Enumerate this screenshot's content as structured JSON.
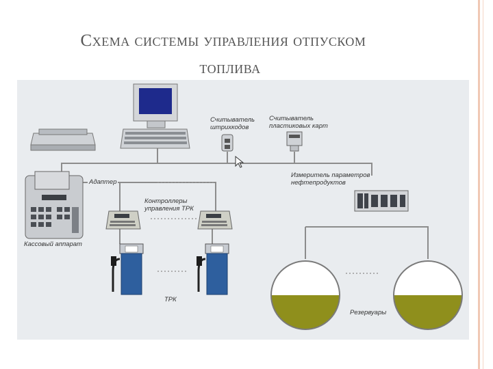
{
  "slide": {
    "title_line1": "Схема системы управления отпуском",
    "title_line2": "топлива"
  },
  "diagram": {
    "labels": {
      "barcode_reader_1": "Считыватель",
      "barcode_reader_2": "штрихкодов",
      "card_reader_1": "Считыватель",
      "card_reader_2": "пластиковых карт",
      "adapter": "Адаптер",
      "meter_1": "Измеритель параметров",
      "meter_2": "нефтепродуктов",
      "controllers_1": "Контроллеры",
      "controllers_2": "управления ТРК",
      "cash_register": "Кассовый аппарат",
      "fuel_dispenser": "ТРК",
      "tanks": "Резервуары"
    },
    "colors": {
      "background": "#e9ecef",
      "line": "#8c8c8c",
      "fuel": "#8f8f1c",
      "pump": "#2e5f9e",
      "screen": "#1e2a8c"
    }
  }
}
